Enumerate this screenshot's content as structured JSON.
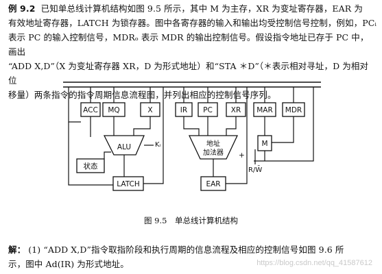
{
  "example": {
    "label": "例 9.2",
    "line1": "已知单总线计算机结构如图 9.5 所示，其中 M 为主存，XR 为变址寄存器，EAR 为",
    "line2": "有效地址寄存器，LATCH 为锁存器。图中各寄存器的输入和输出均受控制信号控制，例如，PCᵢ",
    "line3": "表示 PC 的输入控制信号，MDRₒ 表示 MDR 的输出控制信号。假设指令地址已存于 PC 中，画出",
    "line4": "“ADD X,D”（X 为变址寄存器 XR，D 为形式地址）和“STA ＊D”（＊表示相对寻址，D 为相对位",
    "line5": "移量）两条指令的指令周期信息流程图，并列出相应的控制信号序列。"
  },
  "diagram": {
    "registers": {
      "acc": "ACC",
      "mq": "MQ",
      "x": "X",
      "ir": "IR",
      "pc": "PC",
      "xr": "XR",
      "mar": "MAR",
      "mdr": "MDR",
      "m": "M",
      "status": "状态",
      "latch": "LATCH",
      "ear": "EAR"
    },
    "units": {
      "alu": "ALU",
      "ki": "Kᵢ",
      "adder_line1": "地址",
      "adder_line2": "加法器",
      "plus": "+",
      "rw": "R/W̄"
    },
    "caption": "图 9.5　单总线计算机结构"
  },
  "solution": {
    "label": "解：",
    "line1": "(1) “ADD X,D”指令取指阶段和执行周期的信息流程及相应的控制信号如图 9.6 所",
    "line2": "示，图中 Ad(IR) 为形式地址。"
  },
  "watermark": "https://blog.csdn.net/qq_41587612"
}
